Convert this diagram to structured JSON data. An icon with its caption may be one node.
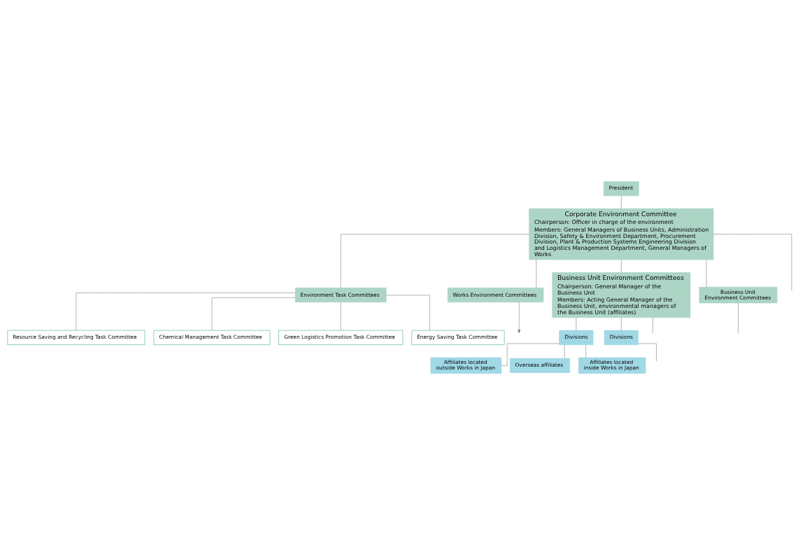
{
  "diagram": {
    "nodes": [
      {
        "text": [
          "President"
        ]
      },
      {
        "text": [
          "Corporate Environment Committee",
          "Chairperson: Officer in charge of the environment",
          "Members: General Managers of Business Units, Administration Division, Safety & Environment Department, Procurement Division, Plant & Production Systems Engineering Division and Logistics Management Department, General Managers of Works"
        ]
      },
      {
        "text": [
          "Environment Task Committees"
        ]
      },
      {
        "text": [
          "Energy Saving Task Committee"
        ]
      },
      {
        "text": [
          "Resource Saving and Recycling Task Committee"
        ]
      },
      {
        "text": [
          "Chemical Management Task Committee"
        ]
      },
      {
        "text": [
          "Green Logistics Promotion Task Committee"
        ]
      },
      {
        "text": [
          "Business Unit Environment Committees",
          "Chairperson: General Manager of the Business Unit",
          "Members: Acting General Manager of the Business Unit, environmental managers of the Business Unit (affiliates)"
        ]
      },
      {
        "text": [
          "Business Unit Environment Committees"
        ]
      },
      {
        "text": [
          "Works Environment Committees"
        ]
      },
      {
        "text": [
          "Divisions"
        ]
      },
      {
        "text": [
          "Divisions"
        ]
      },
      {
        "text": [
          "Affiliates located inside Works in Japan"
        ]
      },
      {
        "text": [
          "Affiliates located outside Works in Japan"
        ]
      },
      {
        "text": [
          "Overseas affiliates"
        ]
      }
    ],
    "edges": [
      {
        "from": 0,
        "to": 1,
        "arrow": "none"
      },
      {
        "from": 1,
        "to": 2,
        "arrow": "none"
      },
      {
        "from": 2,
        "to": 3,
        "arrow": "none"
      },
      {
        "from": 2,
        "to": 4,
        "arrow": "none"
      },
      {
        "from": 2,
        "to": 5,
        "arrow": "none"
      },
      {
        "from": 2,
        "to": 6,
        "arrow": "none"
      },
      {
        "from": 1,
        "to": 7,
        "arrow": "none"
      },
      {
        "from": 1,
        "to": 8,
        "arrow": "none"
      },
      {
        "from": 1,
        "to": 9,
        "arrow": "none"
      },
      {
        "from": 1,
        "to": null,
        "arrow": "none"
      },
      {
        "from": 8,
        "to": null,
        "arrow": "none"
      },
      {
        "from": 9,
        "to": null,
        "arrow": "to"
      },
      {
        "from": 7,
        "to": 10,
        "arrow": "none"
      },
      {
        "from": 7,
        "to": 11,
        "arrow": "none"
      },
      {
        "from": 7,
        "to": null,
        "arrow": "none"
      },
      {
        "from": 11,
        "to": null,
        "arrow": "none"
      },
      {
        "from": 10,
        "to": 12,
        "arrow": "none"
      },
      {
        "from": 10,
        "to": 13,
        "arrow": "none"
      },
      {
        "from": 10,
        "to": 14,
        "arrow": "none"
      }
    ]
  }
}
